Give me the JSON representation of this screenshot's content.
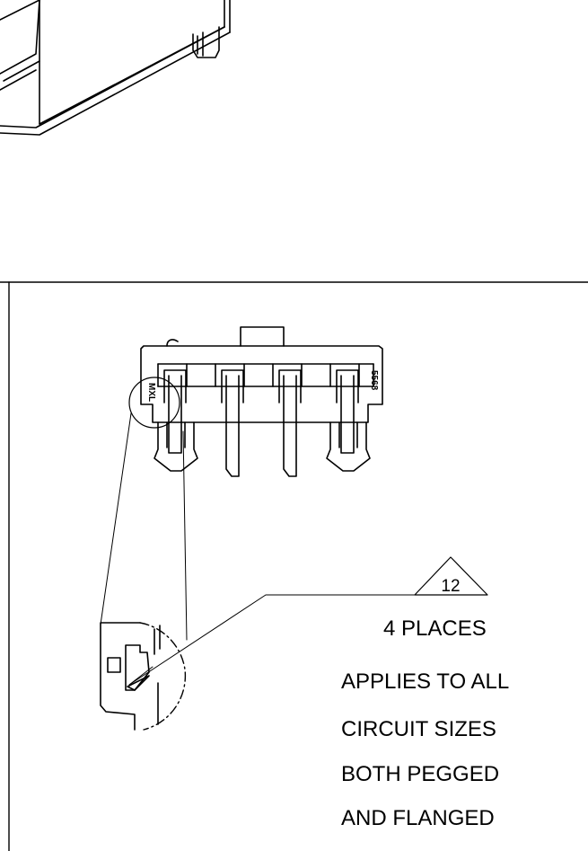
{
  "reference_tag": "12",
  "notes": {
    "places": "4 PLACES",
    "line1": "APPLIES TO ALL",
    "line2": "CIRCUIT SIZES",
    "line3": "BOTH PEGGED",
    "line4": "AND FLANGED"
  },
  "connector_markings": {
    "brand": "MXL",
    "part": "5568"
  },
  "colors": {
    "ink": "#000000",
    "paper": "#ffffff"
  }
}
